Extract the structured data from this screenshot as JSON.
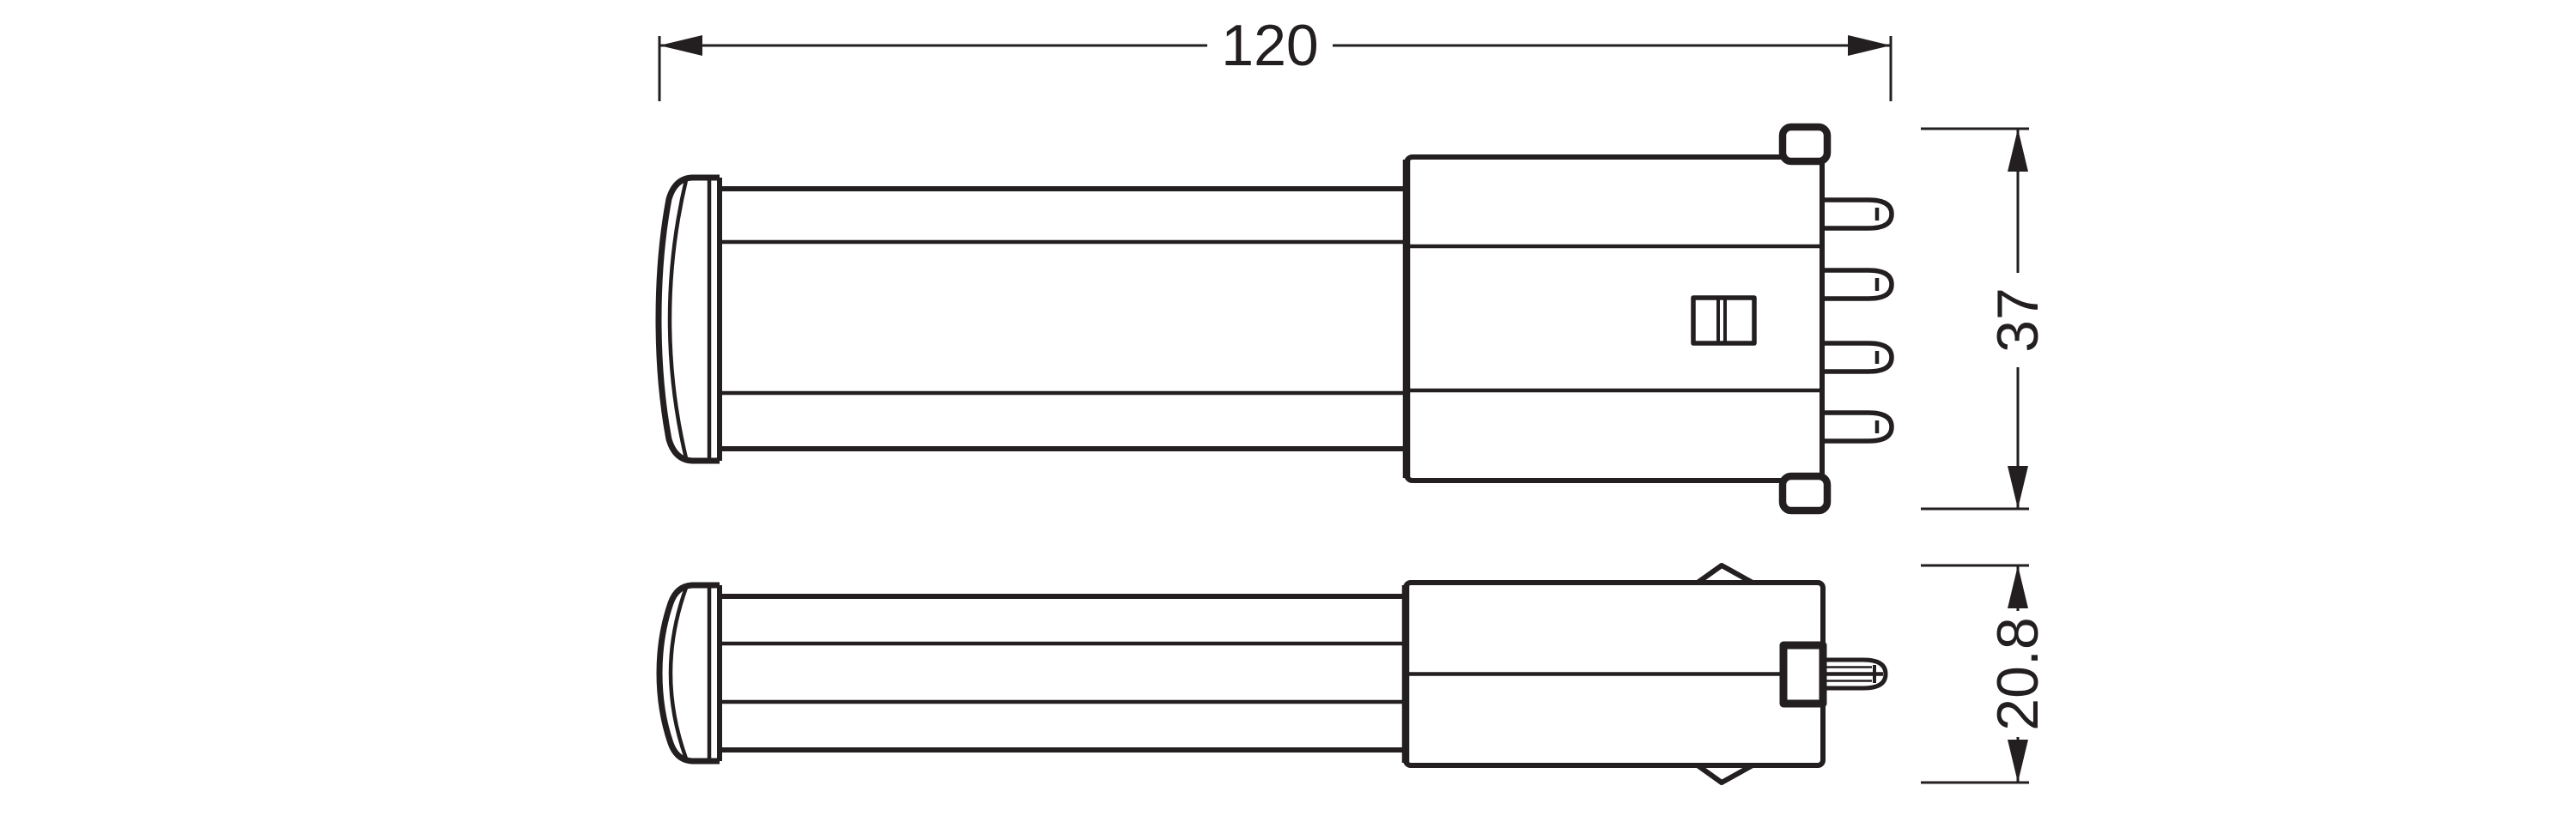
{
  "drawing": {
    "type": "technical-dimension-drawing",
    "colors": {
      "background": "#ffffff",
      "line": "#231f20"
    },
    "dimensions": {
      "length": "120",
      "height": "37",
      "depth": "20.8"
    }
  }
}
